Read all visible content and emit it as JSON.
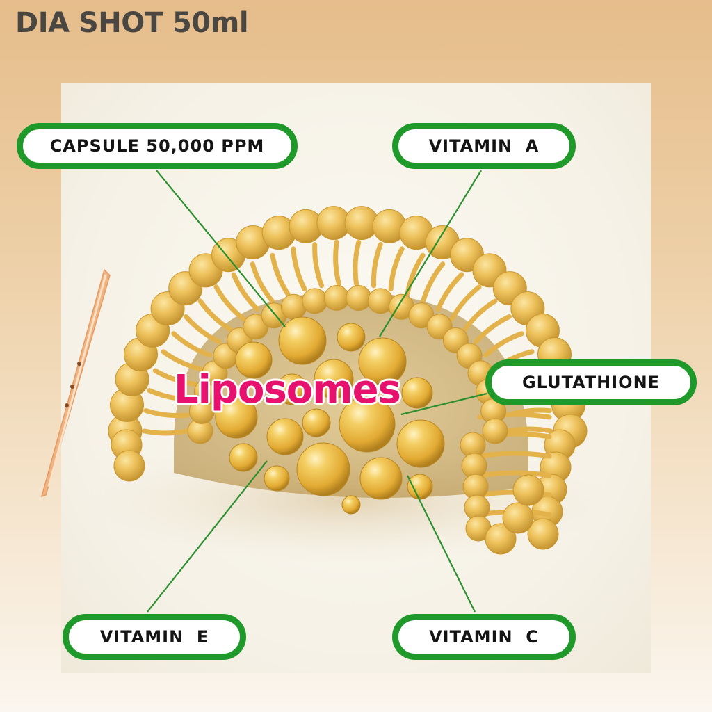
{
  "header": {
    "title": "DIA SHOT 50ml"
  },
  "diagram": {
    "center_label": "Liposomes",
    "callouts": {
      "capsule": "CAPSULE 50,000 PPM",
      "vitamin_a": "VITAMIN  A",
      "glutathione": "GLUTATHIONE",
      "vitamin_e": "VITAMIN  E",
      "vitamin_c": "VITAMIN  C"
    }
  },
  "colors": {
    "background_top": "#e6bd8b",
    "callout_border": "#1f9a2a",
    "leader_line": "#2b8f2f",
    "center_label": "#e8126e",
    "sphere": "#e9b540",
    "title_text": "#4a4642"
  }
}
